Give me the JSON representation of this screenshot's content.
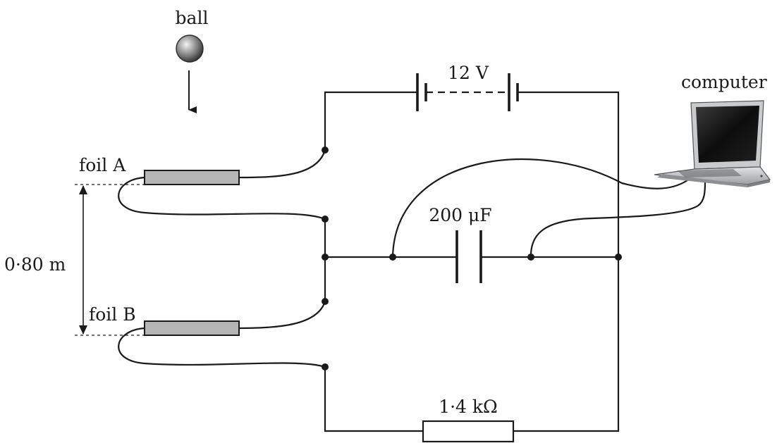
{
  "labels": {
    "ball": "ball",
    "battery": "12 V",
    "computer": "computer",
    "foil_a": "foil A",
    "foil_b": "foil B",
    "distance": "0·80 m",
    "capacitor": "200 μF",
    "resistor": "1·4 kΩ"
  },
  "colors": {
    "line": "#1a1a1a",
    "foil_fill": "#b5b5b5",
    "ball_light": "#f2f2f2",
    "ball_dark": "#3a3a3a",
    "laptop_body": "#c9cacc",
    "laptop_screen": "#111111"
  }
}
